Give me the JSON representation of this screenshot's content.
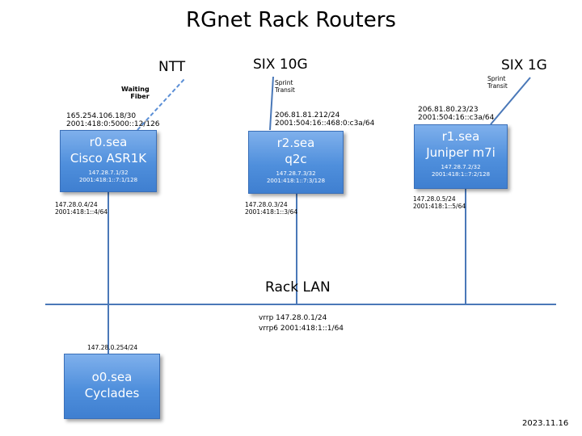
{
  "title": "RGnet Rack Routers",
  "uplinks": {
    "ntt": "NTT",
    "six10g": "SIX 10G",
    "six1g": "SIX 1G",
    "waiting_fiber": [
      "Waiting",
      "Fiber"
    ],
    "sprint_transit_a": [
      "Sprint",
      "Transit"
    ],
    "sprint_transit_b": [
      "Sprint",
      "Transit"
    ]
  },
  "routers": [
    {
      "name": "r0.sea",
      "model": "Cisco ASR1K",
      "loopback": [
        "147.28.7.1/32",
        "2001:418:1::7:1/128"
      ],
      "uplink_addr": [
        "165.254.106.18/30",
        "2001:418:0:5000::12/126"
      ],
      "lan_addr": [
        "147.28.0.4/24",
        "2001:418:1::4/64"
      ]
    },
    {
      "name": "r2.sea",
      "model": "q2c",
      "loopback": [
        "147.28.7.3/32",
        "2001:418:1::7:3/128"
      ],
      "uplink_addr": [
        "206.81.81.212/24",
        "2001:504:16::468:0:c3a/64"
      ],
      "lan_addr": [
        "147.28.0.3/24",
        "2001:418:1::3/64"
      ]
    },
    {
      "name": "r1.sea",
      "model": "Juniper m7i",
      "loopback": [
        "147.28.7.2/32",
        "2001:418:1::7:2/128"
      ],
      "uplink_addr": [
        "206.81.80.23/23",
        "2001:504:16::c3a/64"
      ],
      "lan_addr": [
        "147.28.0.5/24",
        "2001:418:1::5/64"
      ]
    }
  ],
  "console": {
    "name": "o0.sea",
    "model": "Cyclades",
    "lan_addr": "147.28.0.254/24"
  },
  "lan": {
    "label": "Rack LAN",
    "vrrp": "vrrp 147.28.0.1/24",
    "vrrp6": "vrrp6 2001:418:1::1/64"
  },
  "date": "2023.11.16",
  "colors": {
    "box_fill": "#4f8fdc",
    "box_border": "#3a6fb8",
    "line": "#4a78b8",
    "dashed": "#5b8fd6"
  }
}
